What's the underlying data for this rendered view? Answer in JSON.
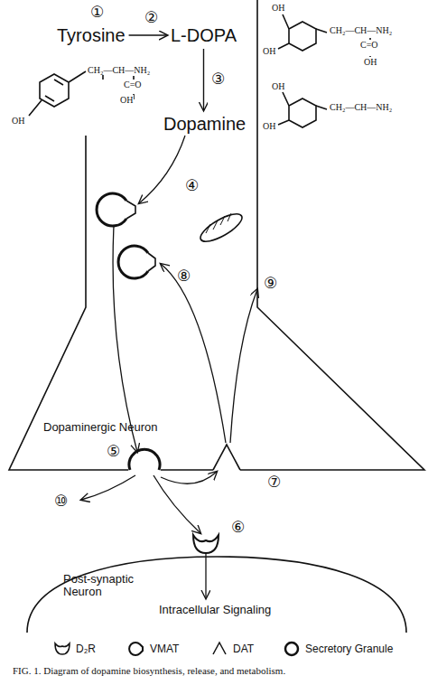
{
  "diagram": {
    "caption": "FIG. 1. Diagram of dopamine biosynthesis, release, and metabolism.",
    "nodes": [
      {
        "text": [
          "Dopaminergic Neuron"
        ]
      },
      {
        "text": [
          "Tyrosine"
        ],
        "in": 0
      },
      {
        "text": [
          "L-DOPA"
        ],
        "in": 0
      },
      {
        "text": [
          "Dopamine"
        ],
        "in": 0
      },
      {
        "text": [
          "Post-synaptic Neuron",
          "Intracellular Signaling"
        ]
      }
    ],
    "edges": [
      {
        "from": 1,
        "to": 2,
        "arrow": "to"
      },
      {
        "from": 2,
        "to": 3,
        "arrow": "to"
      }
    ],
    "labels": [
      "①",
      "②",
      "③",
      "④",
      "⑤",
      "⑥",
      "⑦",
      "⑧",
      "⑨",
      "⑩",
      "CH₂—CH—NH₂",
      "C=O",
      "OH",
      "OH",
      "OH",
      "OH",
      "CH₂—CH—NH₂",
      "C=O",
      "OH",
      "OH",
      "OH",
      "CH₂—CH—NH₂"
    ],
    "legend": [
      {
        "text": "D₂R"
      },
      {
        "text": "VMAT"
      },
      {
        "text": "DAT"
      },
      {
        "text": "Secretory Granule"
      }
    ]
  }
}
